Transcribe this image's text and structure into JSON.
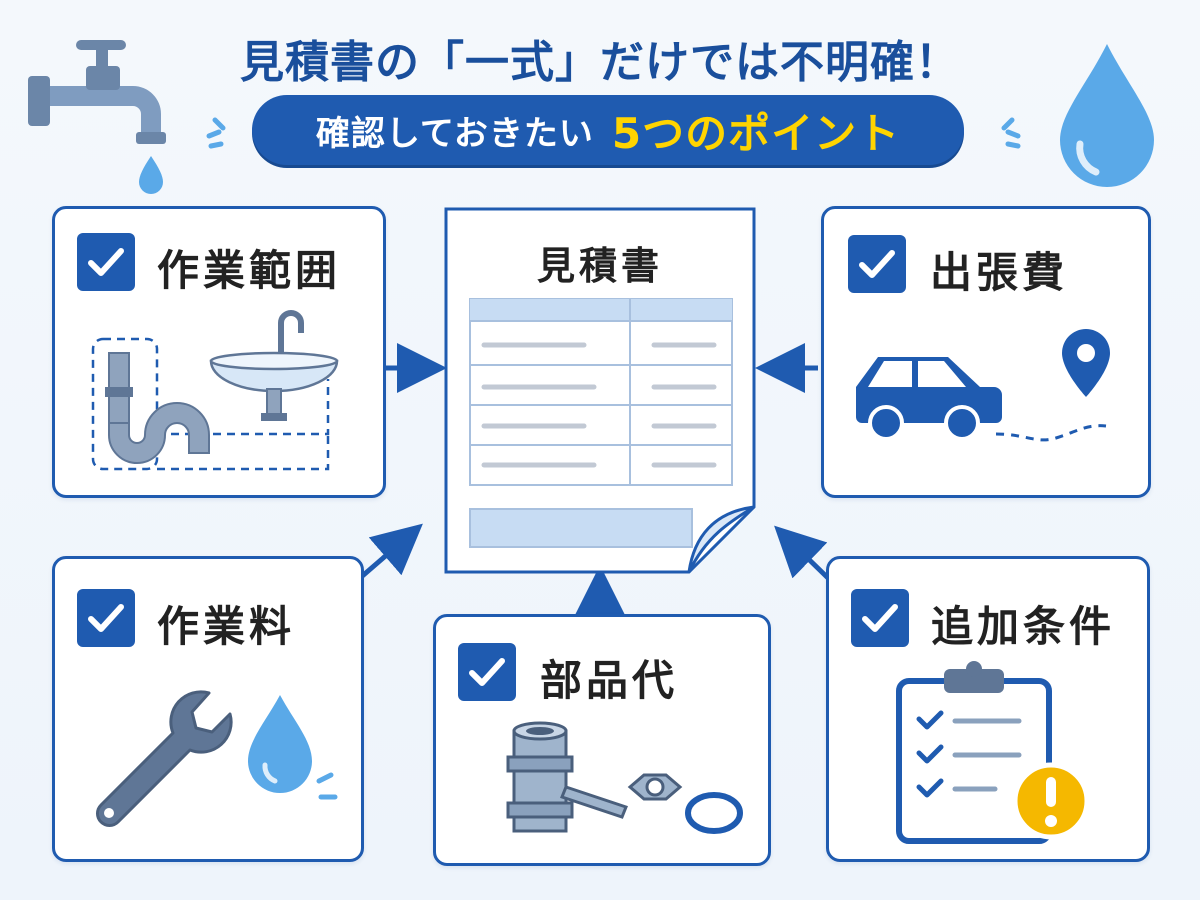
{
  "header": {
    "title": "見積書の「一式」だけでは不明確！",
    "subtitle_lead": "確認しておきたい",
    "subtitle_accent": "5つのポイント"
  },
  "center": {
    "document_title": "見積書"
  },
  "points": [
    {
      "label": "作業範囲",
      "icon": "pipe-sink-icon"
    },
    {
      "label": "出張費",
      "icon": "car-location-icon"
    },
    {
      "label": "作業料",
      "icon": "wrench-water-icon"
    },
    {
      "label": "部品代",
      "icon": "parts-icon"
    },
    {
      "label": "追加条件",
      "icon": "clipboard-alert-icon"
    }
  ],
  "colors": {
    "primary": "#1f5bb0",
    "accent": "#ffd400",
    "water": "#5aa9e8",
    "warning": "#f5b800"
  }
}
